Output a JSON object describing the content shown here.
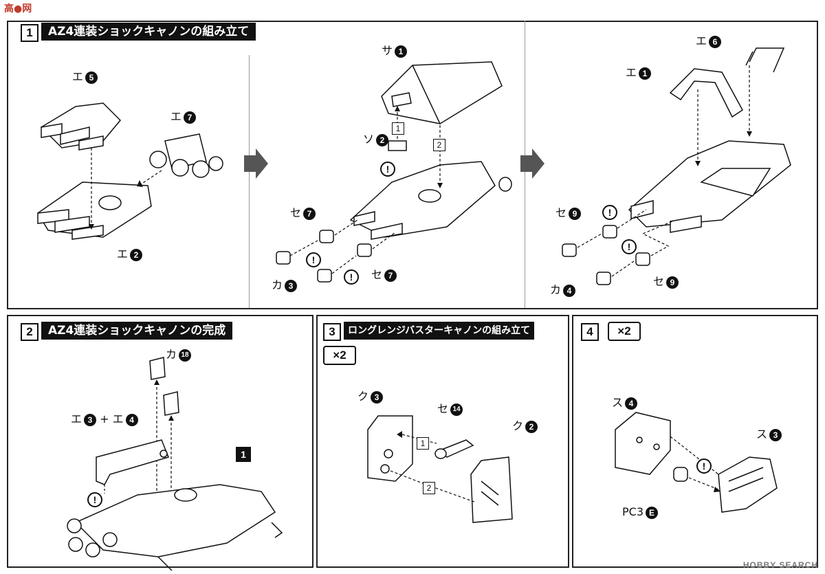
{
  "steps": {
    "s1": {
      "num": "1",
      "title": "AZ4連装ショックキャノンの組み立て"
    },
    "s2": {
      "num": "2",
      "title": "AZ4連装ショックキャノンの完成"
    },
    "s3": {
      "num": "3",
      "title": "ロングレンジバスターキャノンの組み立て",
      "mult": "×2"
    },
    "s4": {
      "num": "4",
      "mult": "×2"
    }
  },
  "parts": {
    "e5": {
      "text": "エ",
      "n": "5"
    },
    "e7": {
      "text": "エ",
      "n": "7"
    },
    "e2": {
      "text": "エ",
      "n": "2"
    },
    "sa1": {
      "text": "サ",
      "n": "1"
    },
    "so2": {
      "text": "ソ",
      "n": "2"
    },
    "se7a": {
      "text": "セ",
      "n": "7"
    },
    "ka3": {
      "text": "カ",
      "n": "3"
    },
    "se7b": {
      "text": "セ",
      "n": "7"
    },
    "e6": {
      "text": "エ",
      "n": "6"
    },
    "e1": {
      "text": "エ",
      "n": "1"
    },
    "se9a": {
      "text": "セ",
      "n": "9"
    },
    "ka4": {
      "text": "カ",
      "n": "4"
    },
    "se9b": {
      "text": "セ",
      "n": "9"
    },
    "ka18": {
      "text": "カ",
      "n": "18"
    },
    "e3e4": {
      "text": "エ",
      "n": "3",
      "plus": "+ エ",
      "n2": "4"
    },
    "ref1": "1",
    "ku3": {
      "text": "ク",
      "n": "3"
    },
    "se14": {
      "text": "セ",
      "n": "14"
    },
    "ku2": {
      "text": "ク",
      "n": "2"
    },
    "su4": {
      "text": "ス",
      "n": "4"
    },
    "su3": {
      "text": "ス",
      "n": "3"
    },
    "pc3": {
      "text": "PC3",
      "n": "E"
    }
  },
  "subs": {
    "one": "1",
    "two": "2"
  },
  "warn": "!",
  "logos": {
    "top": "高●网",
    "bottom": "HOBBY SEARCH"
  }
}
